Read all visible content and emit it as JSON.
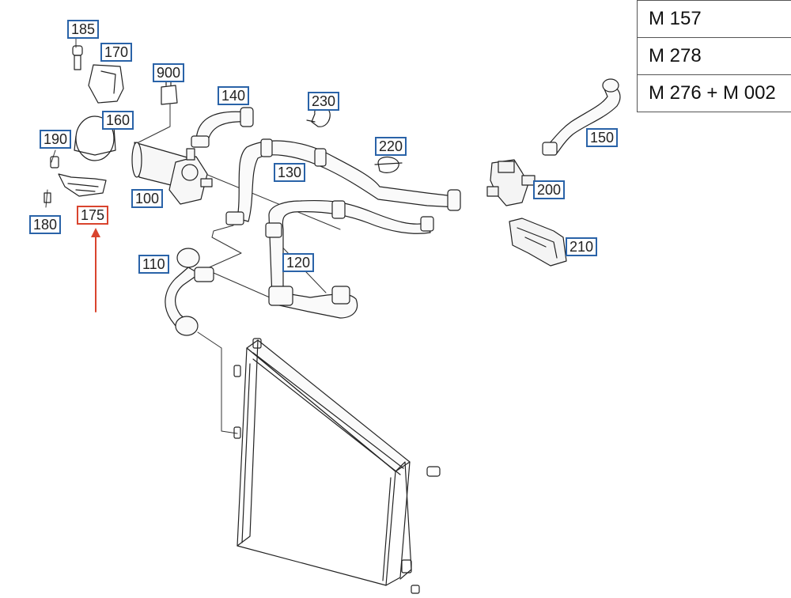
{
  "engine_codes": [
    "M 157",
    "M 278",
    "M 276 + M 002"
  ],
  "callouts": {
    "c185": "185",
    "c170": "170",
    "c900": "900",
    "c140": "140",
    "c230": "230",
    "c160": "160",
    "c190": "190",
    "c220": "220",
    "c150": "150",
    "c130": "130",
    "c200": "200",
    "c100": "100",
    "c175": "175",
    "c180": "180",
    "c210": "210",
    "c110": "110",
    "c120": "120"
  },
  "highlight_color": "#d9442e",
  "callout_border_color": "#2a63a8"
}
